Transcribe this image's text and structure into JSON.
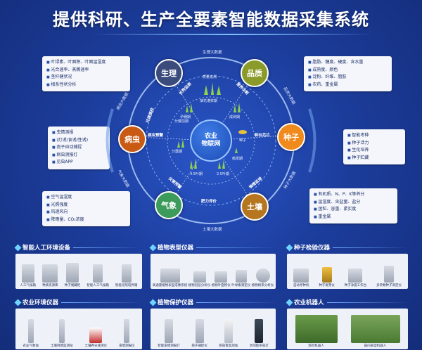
{
  "title": "提供科研、生产全要素智能数据采集系统",
  "hub": {
    "line1": "农业",
    "line2": "物联网"
  },
  "nodes": {
    "shengli": {
      "label": "生理",
      "color": "#3a4b7c"
    },
    "pinzhi": {
      "label": "品质",
      "color": "#8a9b2a"
    },
    "zhongzi": {
      "label": "种子",
      "color": "#f08a1c"
    },
    "turang": {
      "label": "土壤",
      "color": "#b5761f"
    },
    "qixiang": {
      "label": "气象",
      "color": "#3c9a5b"
    },
    "bingchong": {
      "label": "病虫",
      "color": "#c85a14"
    }
  },
  "ring_labels": {
    "top": "生理大数据",
    "bottom": "土壤大数据",
    "right_top": "品质大数据",
    "right_bottom": "种子大数据",
    "left_top": "病虫大数据",
    "left_bottom": "气象大数据"
  },
  "inner_labels": {
    "quality_trace": "质量追溯",
    "flowering": "抽花灌浆期",
    "heading": "孕穗期",
    "maturity": "成熟期",
    "tillering": "分蘖期",
    "seedling_left": "分蘖前期",
    "seed": "种子",
    "germination": "萌发期",
    "leaf4_5": "4.5叶期",
    "leaf2_5": "2.5叶期",
    "disease_warn": "病虫预警",
    "seed_trace": "种业芯片",
    "soil_moisture": "墒情监测",
    "weather_warn": "灾害预警",
    "fertility": "肥力评价",
    "growth_monitor": "长势监测",
    "nutrition": "营养诊断",
    "envir_ctrl": "环境调控"
  },
  "info_boxes": {
    "top_left": [
      "叶绿素、叶面积、叶面温湿度",
      "光合速率、蒸腾速率",
      "茎秆健状况",
      "根系性状分析"
    ],
    "top_right": [
      "脂肪、糖度、硬度、含水量",
      "成熟度、颜色",
      "淀粉、纤维、脂肪",
      "农药、重金属"
    ],
    "mid_left": [
      "虫情测报",
      "(灯诱/食诱/性诱)",
      "孢子自动捕捉",
      "病虫测报灯",
      "见虫APP"
    ],
    "mid_right": [
      "智能考种",
      "种子活力",
      "生化培养",
      "种子贮藏"
    ],
    "bottom_left": [
      "空气温湿度",
      "光照强度",
      "风速风向",
      "降雨量、CO₂浓度"
    ],
    "bottom_right": [
      "有机质、N、P、K等养分",
      "温湿度、含盐量、盐分",
      "团粒、容重、紧实度",
      "重金属"
    ]
  },
  "sections": [
    {
      "title": "智能人工环境设备",
      "devices": [
        "人工气候箱",
        "种质资源库",
        "种子储藏柜",
        "智能人工气候箱",
        "智能光照培养箱"
      ]
    },
    {
      "title": "植物表型仪器",
      "devices": [
        "高通量植物表型成像系统",
        "植物冠层分析仪",
        "植物叶面积仪",
        "叶绿素测定仪",
        "植物根系分析仪"
      ]
    },
    {
      "title": "种子检验仪器",
      "devices": [
        "自动考种机",
        "种子发芽仪",
        "种子净度工作台",
        "多参数种子测定仪"
      ]
    },
    {
      "title": "农业环境仪器",
      "devices": [
        "农业气象站",
        "土壤墒情监测站",
        "土壤养分速测仪",
        "虫情测报仪"
      ]
    },
    {
      "title": "植物保护仪器",
      "devices": [
        "智能虫情测报灯",
        "孢子捕捉仪",
        "病虫害监测站",
        "太阳能杀虫灯"
      ]
    },
    {
      "title": "农业机器人",
      "devices": [
        "巡检机器人",
        "田间表型机器人"
      ]
    }
  ]
}
